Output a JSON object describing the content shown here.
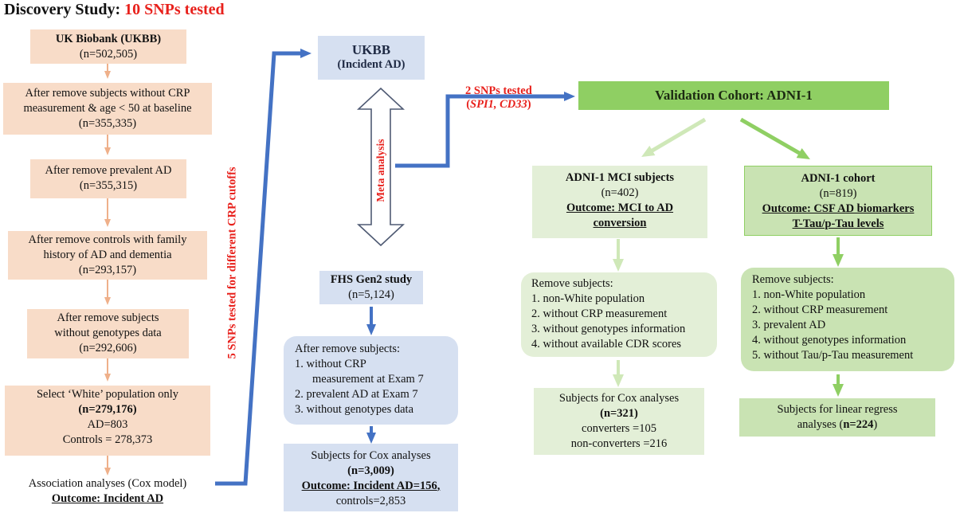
{
  "title": {
    "prefix": "Discovery Study: ",
    "highlight": "10 SNPs tested"
  },
  "ukbb_steps": [
    {
      "lines": [
        "UK Biobank (UKBB)",
        "(n=502,505)"
      ]
    },
    {
      "lines": [
        "After remove subjects without CRP",
        "measurement & age < 50 at baseline",
        "(n=355,335)"
      ]
    },
    {
      "lines": [
        "After remove prevalent AD",
        "(n=355,315)"
      ]
    },
    {
      "lines": [
        "After remove controls with family",
        "history of AD and dementia",
        "(n=293,157)"
      ]
    },
    {
      "lines": [
        "After remove subjects",
        "without genotypes data",
        "(n=292,606)"
      ]
    },
    {
      "lines": [
        "Select ‘White’ population only",
        "n=279,176",
        "AD=803",
        "Controls = 278,373"
      ]
    }
  ],
  "association": {
    "line1": "Association analyses (Cox model)",
    "line2": "Outcome: Incident AD"
  },
  "side_label": "5 SNPs tested for different CRP cutoffs",
  "ukbb_incident": {
    "line1": "UKBB",
    "line2": "(Incident AD)"
  },
  "meta_label": "Meta analysis",
  "fhs": {
    "title": "FHS Gen2 study",
    "n": "(n=5,124)",
    "remove_header": "After remove subjects:",
    "remove_items": [
      "1.   without CRP",
      "measurement at Exam 7",
      "2. prevalent AD at Exam 7",
      "3. without genotypes data"
    ],
    "cox_title": "Subjects for Cox analyses",
    "cox_n": "n=3,009",
    "cox_outcome": "Outcome: Incident AD=156",
    "cox_controls": "controls=2,853"
  },
  "validation": {
    "snp_label": "2 SNPs tested",
    "snp_genes": "SPI1, CD33",
    "title": "Validation Cohort: ADNI-1"
  },
  "mci": {
    "title": "ADNI-1 MCI subjects",
    "n": "(n=402)",
    "outcome1": "Outcome: MCI to AD",
    "outcome2": "conversion",
    "remove_header": "Remove subjects:",
    "remove_items": [
      "1. non-White population",
      "2. without CRP measurement",
      "3. without genotypes information",
      "4. without available CDR scores"
    ],
    "cox_title": "Subjects for Cox analyses",
    "cox_n": "n=321",
    "converters": "converters =105",
    "nonconverters": "non-converters =216"
  },
  "cohort": {
    "title": "ADNI-1 cohort",
    "n": "(n=819)",
    "outcome1": "Outcome:  CSF AD biomarkers",
    "outcome2": "T-Tau/p-Tau levels",
    "remove_header": "Remove subjects:",
    "remove_items": [
      "1. non-White population",
      "2. without CRP measurement",
      "3. prevalent AD",
      "4. without genotypes information",
      "5. without Tau/p-Tau measurement"
    ],
    "lin_title": "Subjects for linear regress",
    "lin_prefix": "analyses (",
    "lin_n": "n=224"
  },
  "colors": {
    "peach": "#f8dcc8",
    "peach_arrow": "#efb08a",
    "blue": "#4472c4",
    "blue_box": "#d6e0f1",
    "green": "#8fcf63",
    "light_green": "#b6dc98",
    "red": "#e8211c"
  }
}
